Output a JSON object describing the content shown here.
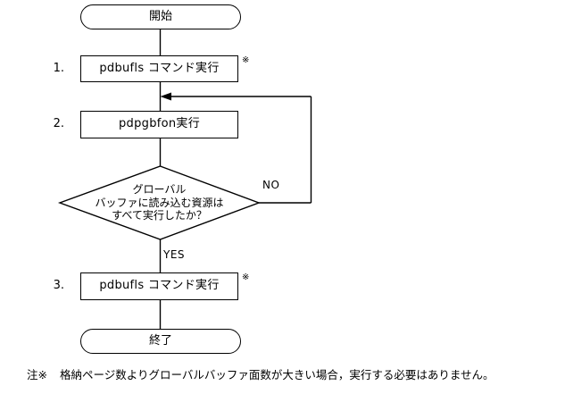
{
  "diagram": {
    "nodes": {
      "start": {
        "label": "開始",
        "shape": "terminal"
      },
      "step1": {
        "label": "pdbufls コマンド実行",
        "shape": "process",
        "number": "1.",
        "note_mark": "※"
      },
      "step2": {
        "label": "pdpgbfon実行",
        "shape": "process",
        "number": "2."
      },
      "decision": {
        "shape": "diamond",
        "line1": "グローバル",
        "line2": "バッファに読み込む資源は",
        "line3": "すべて実行したか？"
      },
      "step3": {
        "label": "pdbufls コマンド実行",
        "shape": "process",
        "number": "3.",
        "note_mark": "※"
      },
      "end": {
        "label": "終了",
        "shape": "terminal"
      }
    },
    "branches": {
      "no": "NO",
      "yes": "YES"
    }
  },
  "footnote": {
    "label": "注※",
    "text": "格納ページ数よりグローバルバッファ面数が大きい場合，実行する必要はありません。"
  },
  "colors": {
    "stroke": "#000000",
    "background": "#ffffff",
    "text": "#000000"
  }
}
